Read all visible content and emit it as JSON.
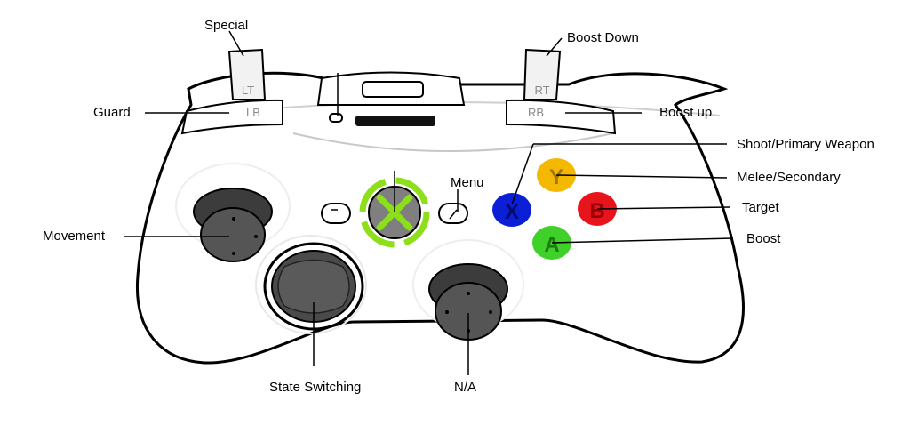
{
  "controller": {
    "bumper_left": "LB",
    "bumper_right": "RB",
    "trigger_left": "LT",
    "trigger_right": "RT",
    "face_buttons": [
      {
        "letter": "Y",
        "color": "#f5b800"
      },
      {
        "letter": "B",
        "color": "#e8141b"
      },
      {
        "letter": "A",
        "color": "#3fd12a"
      },
      {
        "letter": "X",
        "color": "#0a1fd6"
      }
    ],
    "guide_color": "#8ddf1a"
  },
  "labels": {
    "special": "Special",
    "boost_down": "Boost Down",
    "guard": "Guard",
    "boost_up": "Boost up",
    "shoot_primary": "Shoot/Primary Weapon",
    "menu": "Menu",
    "melee_secondary": "Melee/Secondary",
    "target": "Target",
    "movement": "Movement",
    "boost": "Boost",
    "state_switching": "State Switching",
    "na": "N/A"
  }
}
